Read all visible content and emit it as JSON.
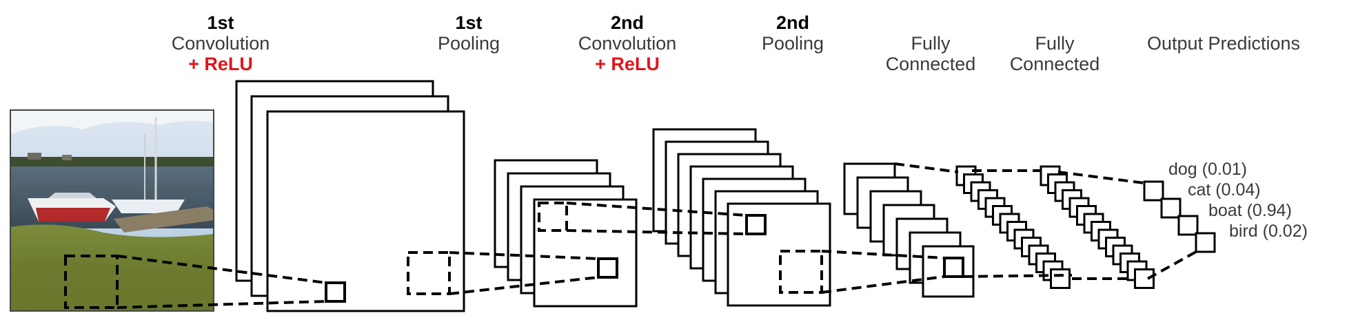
{
  "stages": {
    "conv1": {
      "ordinal": "1st",
      "name": "Convolution",
      "activation": "+ ReLU"
    },
    "pool1": {
      "ordinal": "1st",
      "name": "Pooling"
    },
    "conv2": {
      "ordinal": "2nd",
      "name": "Convolution",
      "activation": "+ ReLU"
    },
    "pool2": {
      "ordinal": "2nd",
      "name": "Pooling"
    },
    "fc1": {
      "line1": "Fully",
      "line2": "Connected"
    },
    "fc2": {
      "line1": "Fully",
      "line2": "Connected"
    },
    "output": {
      "title": "Output Predictions"
    }
  },
  "predictions": [
    {
      "label": "dog (0.01)"
    },
    {
      "label": "cat (0.04)"
    },
    {
      "label": "boat (0.94)"
    },
    {
      "label": "bird (0.02)"
    }
  ],
  "colors": {
    "stroke": "#000000",
    "activation_text": "#e2141a",
    "label_text": "#3a3a3a"
  },
  "input_image": {
    "subject": "photo of boats moored on a lake shore with grass in foreground"
  }
}
